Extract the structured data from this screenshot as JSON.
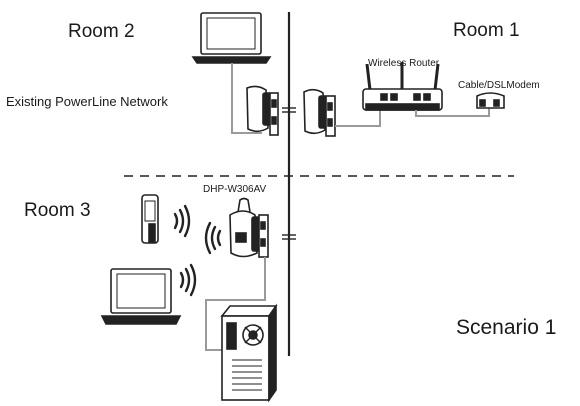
{
  "labels": {
    "room1": "Room 1",
    "room2": "Room 2",
    "room3": "Room 3",
    "existing_network": "Existing PowerLine Network",
    "wireless_router": "Wireless Router",
    "modem": "Cable/DSLModem",
    "model": "DHP-W306AV",
    "scenario": "Scenario  1"
  },
  "icons": {
    "laptop": "laptop-icon",
    "adapter": "powerline-adapter-icon",
    "outlet": "wall-outlet-icon",
    "router": "wireless-router-icon",
    "modem": "modem-icon",
    "phone": "mobile-phone-icon",
    "wireless_extender": "wireless-powerline-extender-icon",
    "tower": "desktop-tower-icon",
    "waves": "wifi-waves-icon"
  },
  "colors": {
    "line": "#222222",
    "cable": "#9a9a9a",
    "device_fill": "#ffffff"
  }
}
